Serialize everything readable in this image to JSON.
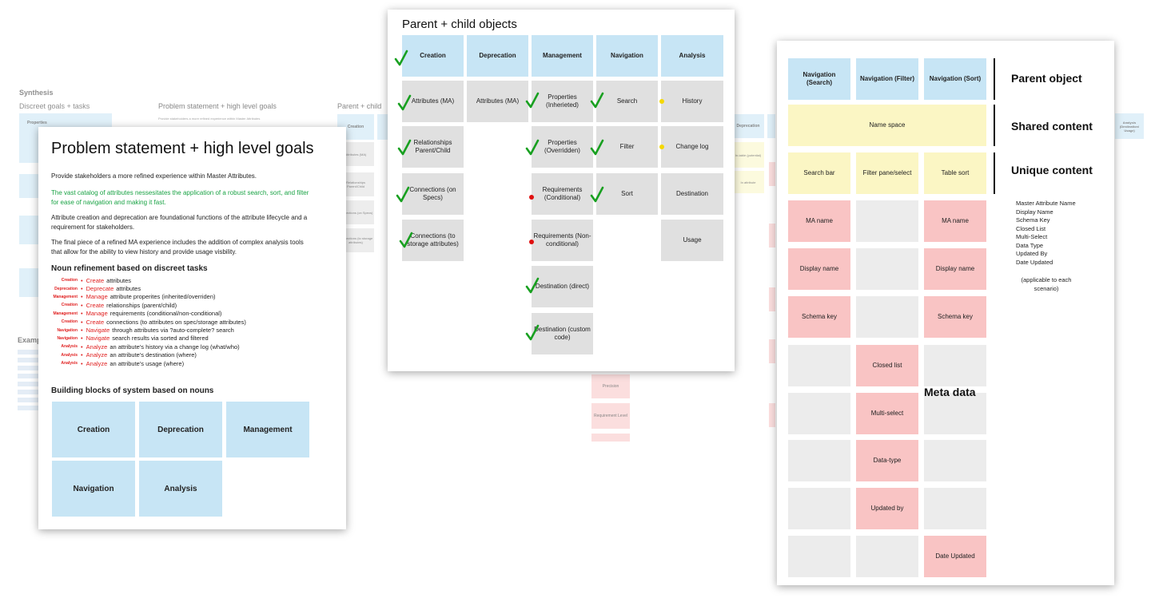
{
  "bg": {
    "synthesis": "Synthesis",
    "discreet": "Discreet goals + tasks",
    "problem_small": "Problem statement + high level goals",
    "problem_small_sub": "Provide stakeholders a more refined experience within Master Attributes",
    "parent_small": "Parent + child",
    "examp": "Examp",
    "blue1_title": "Properties",
    "small_left_cells": [
      "Attributes (MA)",
      "Relationships Parent/Child",
      "Connections (on Specs)",
      "Connections (to storage attributes)"
    ],
    "small_hdr": "Creation",
    "right_hdr_dep": "Deprecation",
    "right_cells": [
      "In-table (potential)",
      "In attribute"
    ],
    "analysis_small": "Analysis (Destination/ Usage)",
    "precision": "Precision",
    "req_level": "Requirement Level"
  },
  "problem": {
    "title": "Problem statement + high level goals",
    "p1": "Provide stakeholders a more refined experience within Master Attributes.",
    "p2": "The vast catalog of attributes nessesitates the application of a robust search, sort, and filter for ease of navigation and making it fast.",
    "p3": "Attribute creation and deprecation are foundational functions of the attribute lifecycle and a requirement for stakeholders.",
    "p4": "The final piece of a refined MA experience includes the addition of complex analysis tools that allow for the ability to view history and provide usage visbility.",
    "noun_title": "Noun refinement based on discreet tasks",
    "nouns": [
      {
        "tag": "Creation",
        "verb": "Create",
        "rest": "attributes"
      },
      {
        "tag": "Deprecation",
        "verb": "Deprecate",
        "rest": "attributes"
      },
      {
        "tag": "Management",
        "verb": "Manage",
        "rest": "attribute properites (inherited/overriden)"
      },
      {
        "tag": "Creation",
        "verb": "Create",
        "rest": "relationships (parent/child)"
      },
      {
        "tag": "Management",
        "verb": "Manage",
        "rest": "requirements (conditional/non-conditional)"
      },
      {
        "tag": "Creation",
        "verb": "Create",
        "rest": "connections (to attributes on spec/storage attributes)"
      },
      {
        "tag": "Navigation",
        "verb": "Navigate",
        "rest": "through attributes via ?auto-complete? search"
      },
      {
        "tag": "Navigation",
        "verb": "Navigate",
        "rest": "search results via sorted and filtered"
      },
      {
        "tag": "Analysis",
        "verb": "Analyze",
        "rest": "an attribute's history via a change log (what/who)"
      },
      {
        "tag": "Analysis",
        "verb": "Analyze",
        "rest": "an attribute's destination (where)"
      },
      {
        "tag": "Analysis",
        "verb": "Analyze",
        "rest": "an attribute's usage (where)"
      }
    ],
    "blocks_title": "Building blocks of system based on nouns",
    "blocks": [
      "Creation",
      "Deprecation",
      "Management",
      "Navigation",
      "Analysis"
    ]
  },
  "parent": {
    "title": "Parent + child objects",
    "headers": [
      "Creation",
      "Deprecation",
      "Management",
      "Navigation",
      "Analysis"
    ],
    "creation": [
      "Attributes (MA)",
      "Relationships Parent/Child",
      "Connections (on Specs)",
      "Connections (to storage attributes)"
    ],
    "deprecation": [
      "Attributes (MA)"
    ],
    "management": [
      "Properties (Inherieted)",
      "Properties (Overridden)",
      "Requirements (Conditional)",
      "Requirements (Non-conditional)",
      "Destination (direct)",
      "Destination (custom code)"
    ],
    "navigation": [
      "Search",
      "Filter",
      "Sort"
    ],
    "analysis": [
      "History",
      "Change log",
      "Destination",
      "Usage"
    ],
    "colors": {
      "check": "#18a020",
      "red_dot": "#e01010",
      "yellow_dot": "#f5d800"
    }
  },
  "shared": {
    "headers": [
      "Navigation (Search)",
      "Navigation (Filter)",
      "Navigation (Sort)"
    ],
    "parent_label": "Parent object",
    "shared_label": "Shared content",
    "unique_label": "Unique content",
    "name_space": "Name space",
    "unique": [
      "Search bar",
      "Filter pane/select",
      "Table sort"
    ],
    "search_col": [
      "MA name",
      "Display name",
      "Schema key"
    ],
    "filter_col": [
      "Closed list",
      "Multi-select",
      "Data-type",
      "Updated by"
    ],
    "sort_col": [
      "MA name",
      "Display name",
      "Schema key",
      "Date Updated"
    ],
    "meta_label": "Meta data",
    "list": [
      "Master Attribute Name",
      "Display Name",
      "Schema Key",
      "Closed List",
      "Multi-Select",
      "Data Type",
      "Updated By",
      "Date Updated"
    ],
    "note": "(applicable to each scenario)"
  }
}
